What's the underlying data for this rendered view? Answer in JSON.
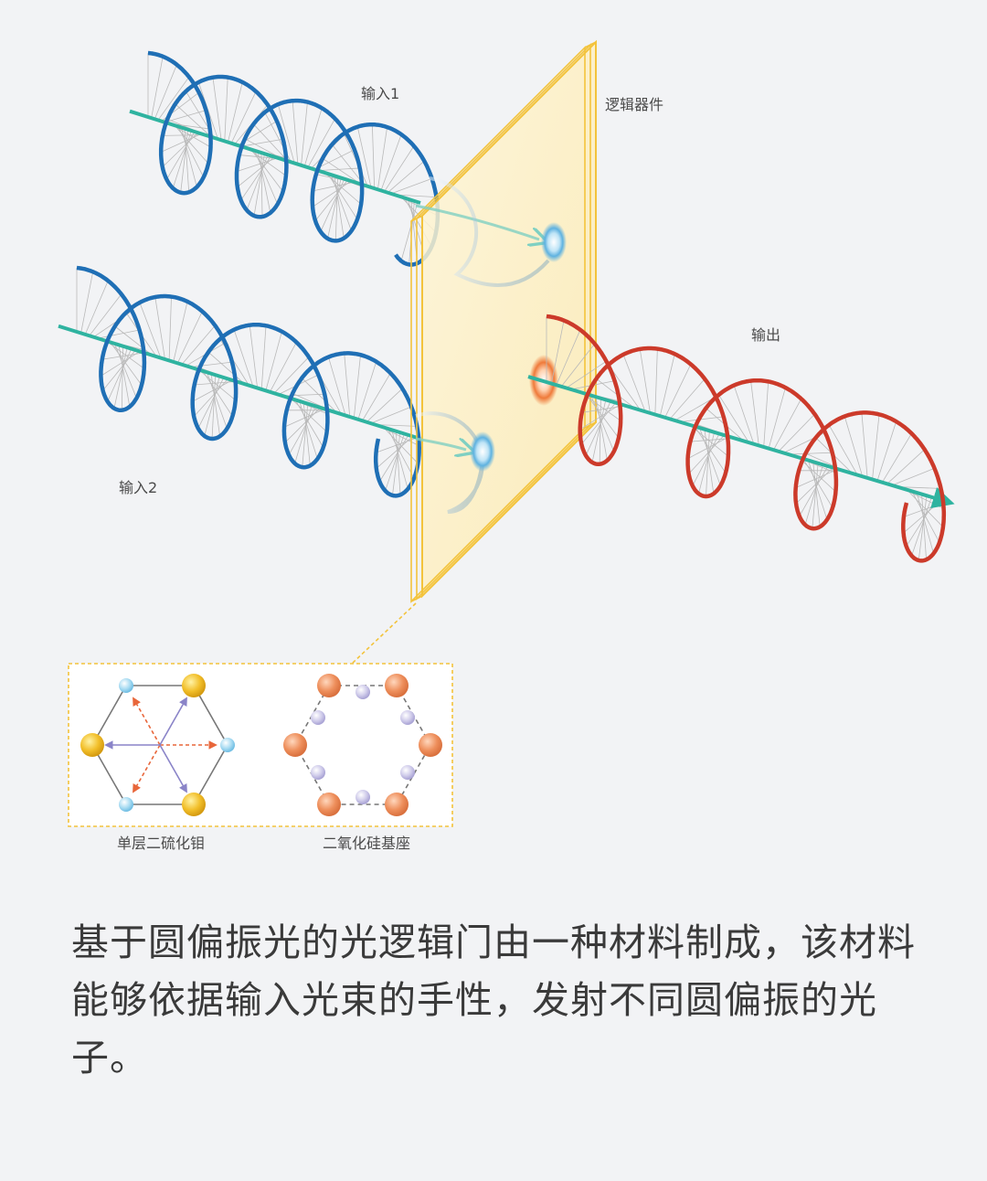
{
  "labels": {
    "input1": "输入1",
    "input2": "输入2",
    "logic_device": "逻辑器件",
    "output": "输出",
    "mos2": "单层二硫化钼",
    "sio2": "二氧化硅基座"
  },
  "caption": "基于圆偏振光的光逻辑门由一种材料制成，该材料能够依据输入光束的手性，发射不同圆偏振的光子。",
  "colors": {
    "input_helix": "#1f6fb5",
    "output_helix": "#cc3a2a",
    "beam_axis": "#2fb3a0",
    "device_panel": "#f7cf55",
    "mo_atom": "#f2bf2a",
    "s_atom": "#9fd7ef",
    "si_atom": "#ee8f5c",
    "o_atom": "#c9c5e6",
    "orange_arrow": "#e8663a",
    "violet_arrow": "#8a84c8"
  }
}
